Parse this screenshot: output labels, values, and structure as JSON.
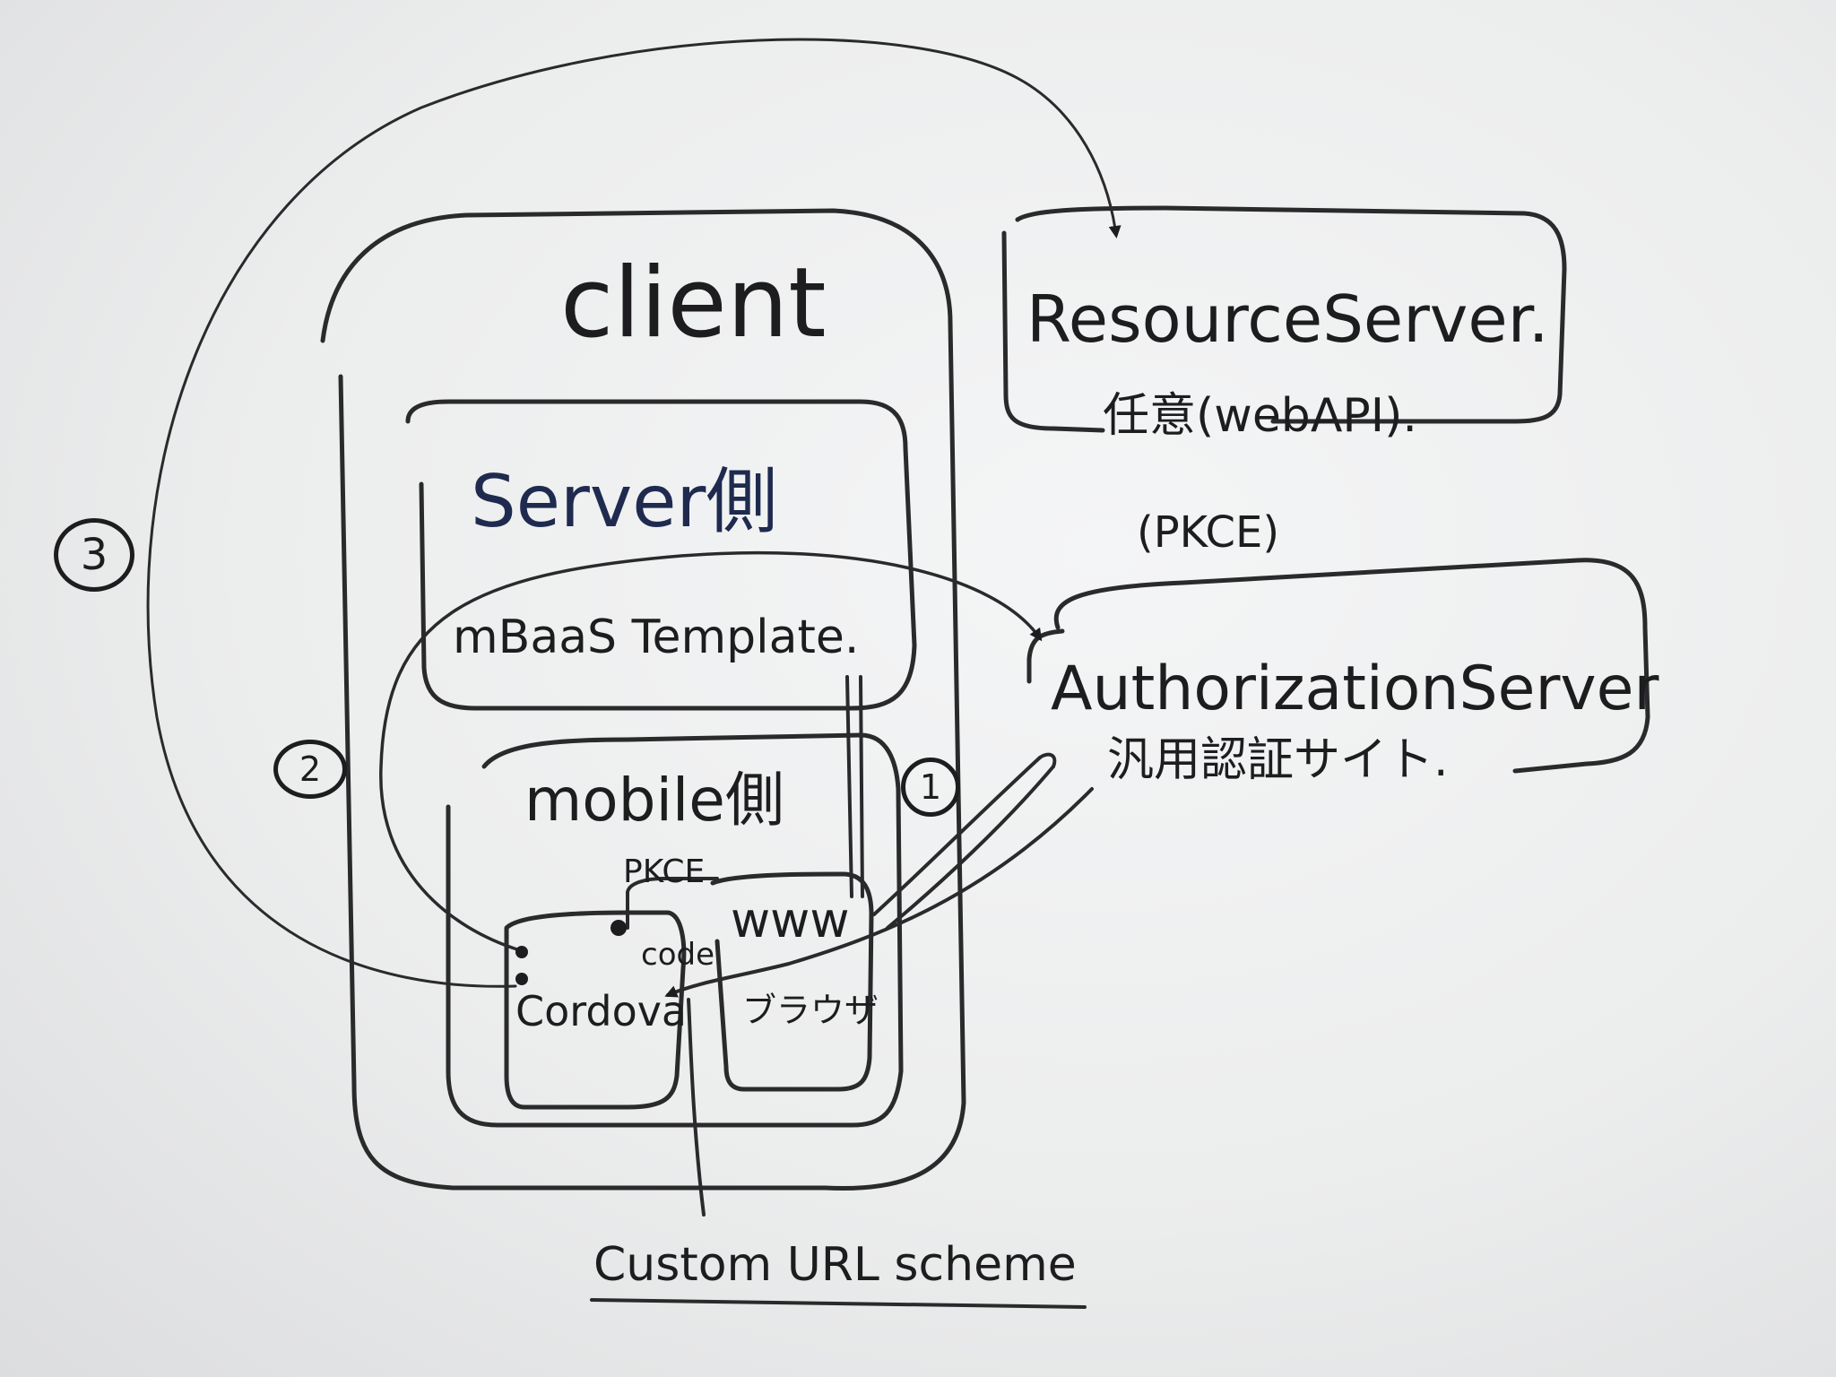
{
  "labels": {
    "client": "client",
    "server_side": "Server側",
    "mbaas_template": "mBaaS Template.",
    "mobile_side": "mobile側",
    "pkce_inner": "PKCE",
    "www": "www",
    "code": "code",
    "cordova": "Cordova",
    "browser": "ブラウザ",
    "custom_url_scheme": "Custom URL scheme",
    "resource_server": "ResourceServer.",
    "resource_server_sub": "任意(webAPI).",
    "pkce_outer": "(PKCE)",
    "authorization_server": "AuthorizationServer",
    "authorization_server_sub": "汎用認証サイト."
  },
  "markers": {
    "one": "1",
    "two": "2",
    "three": "3"
  },
  "colors": {
    "ink": "#1d1d1f",
    "blue_ink": "#1f2a4f",
    "board": "#eceded"
  }
}
